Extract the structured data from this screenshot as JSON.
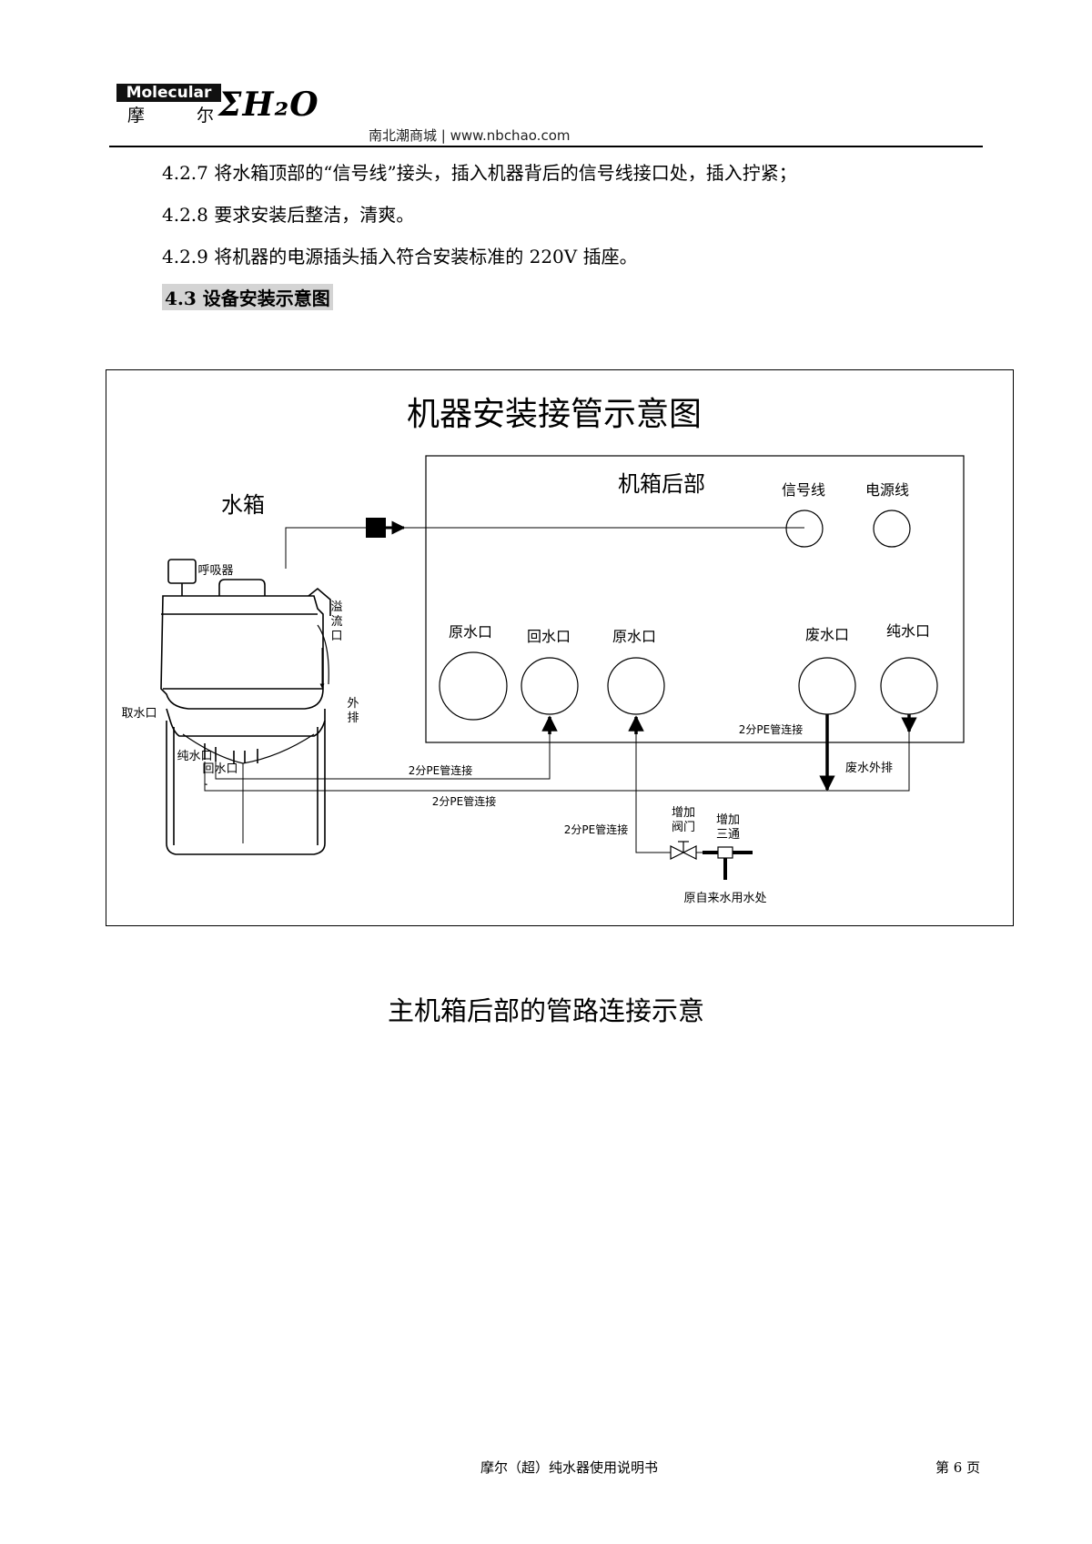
{
  "header": {
    "logo_box_text": "Molecular",
    "logo_cn_1": "摩",
    "logo_cn_2": "尔",
    "logo_symbol": "ΣH₂O",
    "site": "南北潮商城 | www.nbchao.com"
  },
  "body": {
    "para_1": "4.2.7 将水箱顶部的“信号线”接头，插入机器背后的信号线接口处，插入拧紧；",
    "para_2": "4.2.8 要求安装后整洁，清爽。",
    "para_3": "4.2.9 将机器的电源插头插入符合安装标准的 220V 插座。",
    "section_title": "4.3 设备安装示意图"
  },
  "diagram": {
    "title": "机器安装接管示意图",
    "panel_title": "机箱后部",
    "tank_label": "水箱",
    "breather": "呼吸器",
    "overflow_1": "溢",
    "overflow_2": "流",
    "overflow_3": "口",
    "drain_1": "外",
    "drain_2": "排",
    "take_water": "取水口",
    "pure_outlet": "纯水口",
    "return_outlet": "回水口",
    "signal": "信号线",
    "power": "电源线",
    "raw_1": "原水口",
    "return_port": "回水口",
    "raw_2": "原水口",
    "waste": "废水口",
    "pure_port": "纯水口",
    "pe_1": "2分PE管连接",
    "pe_2": "2分PE管连接",
    "pe_3": "2分PE管连接",
    "pe_4": "2分PE管连接",
    "waste_drain": "废水外排",
    "add_valve_1": "增加",
    "add_valve_2": "阀门",
    "add_tee_1": "增加",
    "add_tee_2": "三通",
    "tap_source": "原自来水用水处"
  },
  "caption": "主机箱后部的管路连接示意",
  "footer": {
    "title": "摩尔（超）纯水器使用说明书",
    "page": "第 6 页"
  }
}
